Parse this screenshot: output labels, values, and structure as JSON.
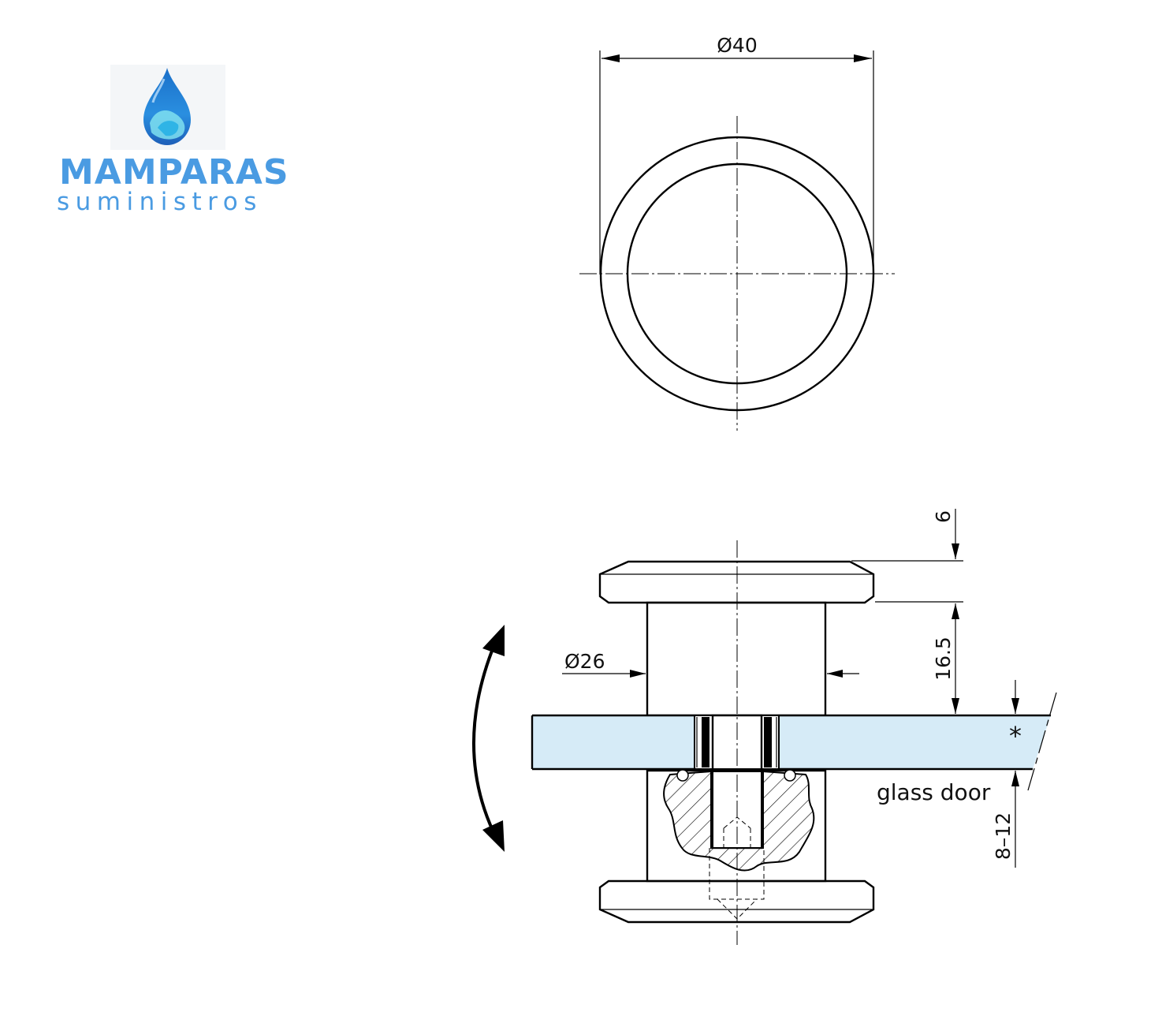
{
  "logo": {
    "brand": "MAMPARAS",
    "tagline": "suministros",
    "icon": "water-drop-icon",
    "color": "#4a9be2"
  },
  "dimensions": {
    "outer_diameter": "Ø40",
    "neck_diameter": "Ø26",
    "cap_thickness": "6",
    "neck_height": "16.5",
    "glass_thickness": "8–12",
    "asterisk": "*"
  },
  "labels": {
    "glass": "glass door"
  },
  "colors": {
    "glass_fill": "#d6ebf7",
    "line": "#000000"
  }
}
